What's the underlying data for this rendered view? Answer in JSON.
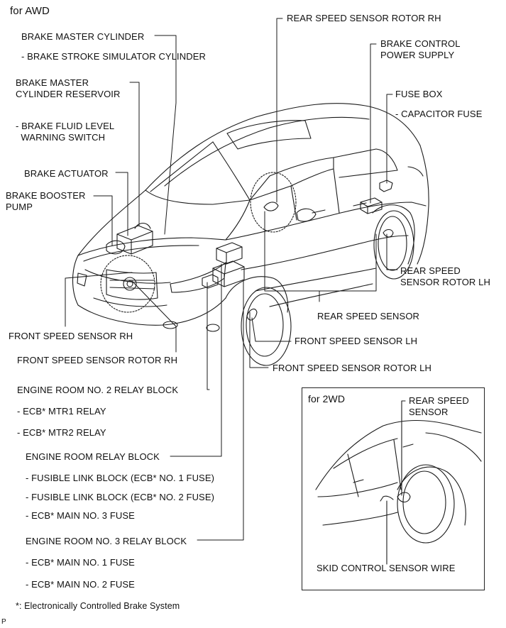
{
  "heading_awd": "for AWD",
  "labels": {
    "brake_master_cylinder": "BRAKE MASTER CYLINDER",
    "brake_stroke_simulator": "- BRAKE STROKE SIMULATOR CYLINDER",
    "brake_master_reservoir": "BRAKE MASTER\nCYLINDER RESERVOIR",
    "brake_fluid_level_switch": "- BRAKE FLUID LEVEL\n  WARNING SWITCH",
    "brake_actuator": "BRAKE ACTUATOR",
    "brake_booster_pump": "BRAKE BOOSTER\nPUMP",
    "rear_speed_sensor_rotor_rh": "REAR SPEED SENSOR ROTOR RH",
    "brake_control_power_supply": "BRAKE CONTROL\nPOWER SUPPLY",
    "fuse_box": "FUSE BOX",
    "capacitor_fuse": "- CAPACITOR FUSE",
    "rear_speed_sensor_rotor_lh": "REAR SPEED\nSENSOR ROTOR LH",
    "rear_speed_sensor": "REAR SPEED SENSOR",
    "front_speed_sensor_rh": "FRONT SPEED SENSOR RH",
    "front_speed_sensor_lh": "FRONT SPEED SENSOR LH",
    "front_speed_sensor_rotor_rh": "FRONT SPEED SENSOR ROTOR RH",
    "front_speed_sensor_rotor_lh": "FRONT SPEED SENSOR ROTOR LH",
    "engine_room_no2_relay_block": "ENGINE ROOM NO. 2 RELAY BLOCK",
    "ecb_mtr1_relay": "- ECB* MTR1 RELAY",
    "ecb_mtr2_relay": "- ECB* MTR2 RELAY",
    "engine_room_relay_block": "ENGINE ROOM RELAY BLOCK",
    "fusible_link_no1": "- FUSIBLE LINK BLOCK (ECB* NO. 1 FUSE)",
    "fusible_link_no2": "- FUSIBLE LINK BLOCK (ECB* NO. 2 FUSE)",
    "ecb_main_no3": "- ECB* MAIN NO. 3 FUSE",
    "engine_room_no3_relay_block": "ENGINE ROOM NO. 3 RELAY BLOCK",
    "ecb_main_no1": "- ECB* MAIN NO. 1 FUSE",
    "ecb_main_no2": "- ECB* MAIN NO. 2 FUSE"
  },
  "inset": {
    "heading": "for 2WD",
    "rear_speed_sensor": "REAR SPEED\nSENSOR",
    "skid_control_sensor_wire": "SKID CONTROL SENSOR WIRE"
  },
  "footnote": "*: Electronically Controlled Brake System",
  "corner_mark": "P"
}
